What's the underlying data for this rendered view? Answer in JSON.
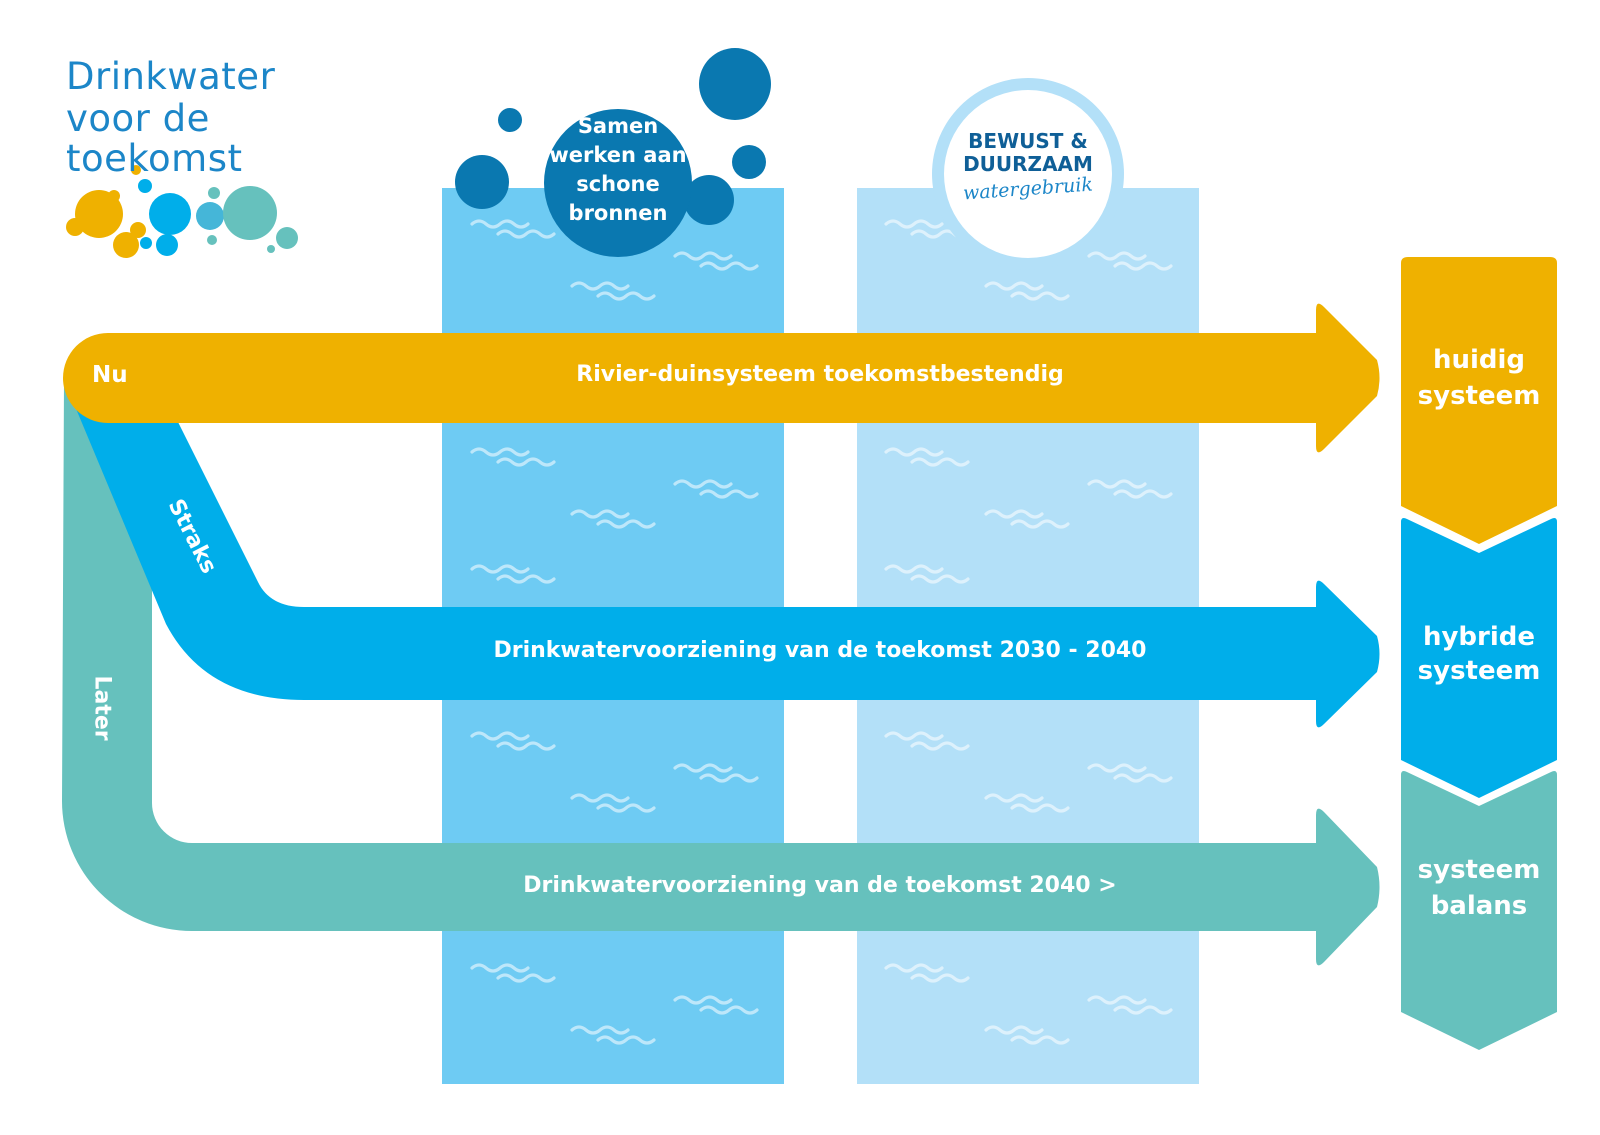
{
  "logo": {
    "line1": "Drinkwater",
    "line2": "voor de",
    "line3": "toekomst",
    "colors": {
      "text": "#1c86c8",
      "yellow": "#efb100",
      "blue": "#00aeea",
      "teal": "#66c1bd"
    }
  },
  "pillar_left": {
    "label_lines": [
      "Samen",
      "werken aan",
      "schone",
      "bronnen"
    ],
    "color": "#6ecbf3",
    "bubble_color": "#0a78b0"
  },
  "pillar_right": {
    "badge_line1": "BEWUST &",
    "badge_line2": "DUURZAAM",
    "badge_script": "watergebruik",
    "color": "#b3e0f8",
    "badge_text_color": "#0f5f97"
  },
  "arrows": [
    {
      "id": "nu",
      "start_label": "Nu",
      "text": "Rivier-duinsysteem toekomstbestendig",
      "color": "#efb100"
    },
    {
      "id": "straks",
      "start_label": "Straks",
      "text": "Drinkwatervoorziening van de toekomst 2030 - 2040",
      "color": "#00aeea"
    },
    {
      "id": "later",
      "start_label": "Later",
      "text": "Drinkwatervoorziening van de toekomst 2040 >",
      "color": "#66c1bd"
    }
  ],
  "stages": [
    {
      "lines": [
        "huidig",
        "systeem"
      ],
      "color": "#efb100"
    },
    {
      "lines": [
        "hybride",
        "systeem"
      ],
      "color": "#00aeea"
    },
    {
      "lines": [
        "systeem",
        "balans"
      ],
      "color": "#66c1bd"
    }
  ]
}
